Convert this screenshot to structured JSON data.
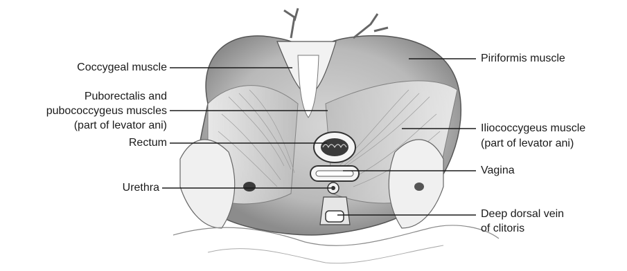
{
  "labels_left": {
    "coccygeal": "Coccygeal muscle",
    "puborectalis_1": "Puborectalis and",
    "puborectalis_2": "pubococcygeus muscles",
    "puborectalis_3": "(part of levator ani)",
    "rectum": "Rectum",
    "urethra": "Urethra"
  },
  "labels_right": {
    "piriformis": "Piriformis muscle",
    "iliococcygeus_1": "Iliococcygeus muscle",
    "iliococcygeus_2": "(part of levator ani)",
    "vagina": "Vagina",
    "dorsal_vein_1": "Deep dorsal vein",
    "dorsal_vein_2": "of clitoris"
  },
  "colors": {
    "ink": "#1a1a1a",
    "muscle_shade": "#bdbdbd",
    "muscle_light": "#e4e4e4",
    "organ_dark": "#3a3a3a"
  }
}
